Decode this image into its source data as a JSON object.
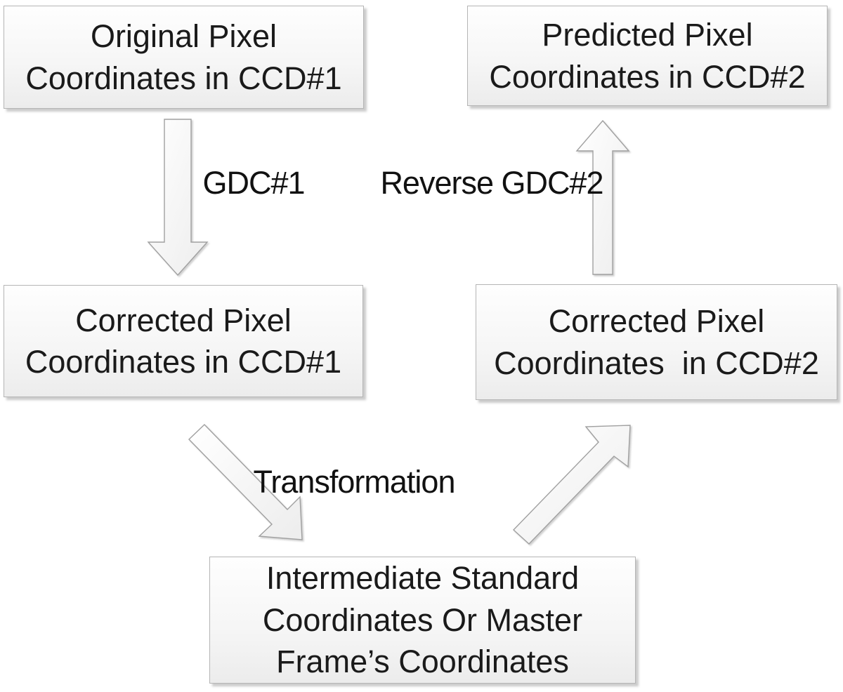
{
  "diagram": {
    "title": "CCD pixel coordinate transformation flowchart",
    "colors": {
      "background": "#ffffff",
      "box_fill_top": "#fefefe",
      "box_fill_bottom": "#ececec",
      "box_border": "#b5b5b5",
      "arrow_fill": "#f8f8f8",
      "arrow_stroke": "#a0a0a0",
      "text": "#1a1a1a"
    },
    "nodes": [
      {
        "id": "original-ccd1",
        "text": "Original Pixel Coordinates in CCD#1"
      },
      {
        "id": "predicted-ccd2",
        "text": "Predicted Pixel Coordinates in CCD#2"
      },
      {
        "id": "corrected-ccd1",
        "text": "Corrected Pixel Coordinates in CCD#1"
      },
      {
        "id": "corrected-ccd2",
        "text": "Corrected Pixel Coordinates  in CCD#2"
      },
      {
        "id": "intermediate",
        "text": "Intermediate Standard Coordinates Or Master Frame’s Coordinates"
      }
    ],
    "edge_labels": [
      {
        "id": "gdc1",
        "text": "GDC#1"
      },
      {
        "id": "reverse-gdc2",
        "text": "Reverse GDC#2"
      },
      {
        "id": "transformation",
        "text": "Transformation"
      }
    ],
    "edges": [
      {
        "from": "original-ccd1",
        "to": "corrected-ccd1",
        "label": "GDC#1",
        "direction": "down"
      },
      {
        "from": "corrected-ccd1",
        "to": "intermediate",
        "label": "Transformation",
        "direction": "down-right"
      },
      {
        "from": "intermediate",
        "to": "corrected-ccd2",
        "label": "Transformation",
        "direction": "up-right"
      },
      {
        "from": "corrected-ccd2",
        "to": "predicted-ccd2",
        "label": "Reverse GDC#2",
        "direction": "up"
      }
    ]
  }
}
